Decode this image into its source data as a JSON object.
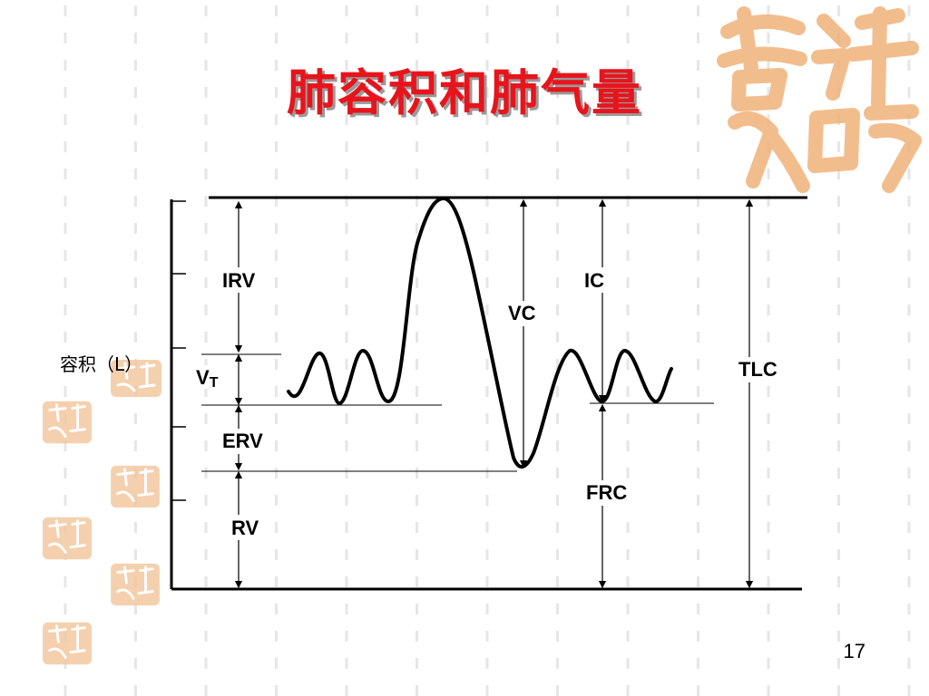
{
  "slide": {
    "title": "肺容积和肺气量",
    "page_number": "17",
    "title_color": "#e8141c"
  },
  "diagram": {
    "y_axis_label": "容积（L）",
    "labels": {
      "irv": "IRV",
      "vt_main": "V",
      "vt_sub": "T",
      "erv": "ERV",
      "rv": "RV",
      "vc": "VC",
      "ic": "IC",
      "frc": "FRC",
      "tlc": "TLC"
    }
  },
  "decoration": {
    "seal_icon": "auspicious-seal-icon",
    "seal_color": "#f0b27a"
  }
}
